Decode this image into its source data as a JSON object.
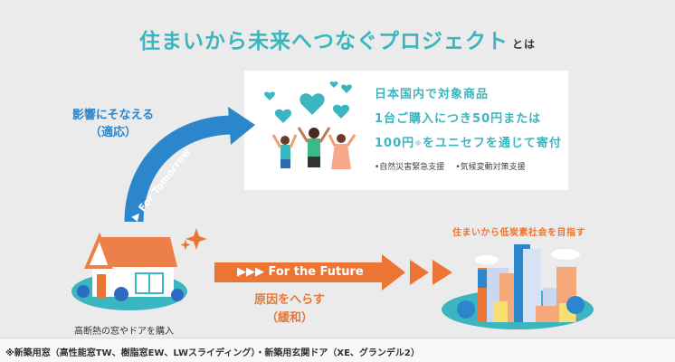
{
  "title": {
    "main": "住まいから未来へつなぐプロジェクト",
    "suffix": "とは"
  },
  "card": {
    "lines": [
      "日本国内で対象商品",
      "1台ご購入につき50円または",
      "100円"
    ],
    "line3_mark": "※",
    "line3_rest": "をユニセフを通じて寄付",
    "supports": [
      "•自然災害緊急支援",
      "•気候変動対策支援"
    ]
  },
  "adaptation": {
    "line1": "影響にそなえる",
    "line2": "（適応）"
  },
  "mitigation": {
    "line1": "原因をへらす",
    "line2": "（緩和）"
  },
  "arrows": {
    "tomorrow": "▶ For Tomorrow",
    "future": "▶▶▶ For the Future"
  },
  "house_caption": "高断熱の窓やドアを購入",
  "city_caption": "住まいから低炭素社会を目指す",
  "footnote": "※新築用窓（高性能窓TW、樹脂窓EW、LWスライディング）・新築用玄関ドア（XE、グランデル2）",
  "colors": {
    "teal": "#3bb6c0",
    "blue": "#2b86cc",
    "orange": "#ec7533"
  }
}
